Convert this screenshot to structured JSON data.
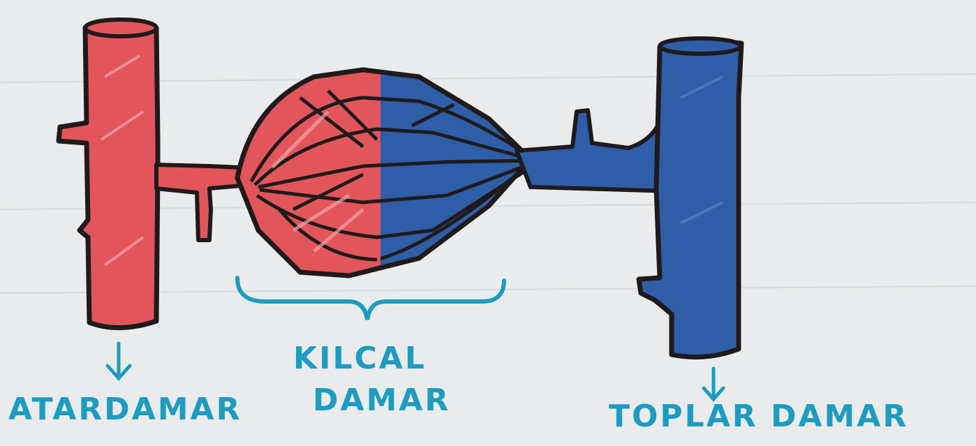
{
  "labels": {
    "artery": "ATARDAMAR",
    "capillary_line1": "KILCAL",
    "capillary_line2": "DAMAR",
    "vein": "TOPLAR DAMAR"
  },
  "colors": {
    "artery": "#e2555a",
    "vein": "#2f5ea8",
    "outline": "#1f1a1c",
    "label": "#1d9cc0",
    "paper": "#e9ebec"
  },
  "icons": [
    "down-arrow-icon",
    "brace-icon"
  ]
}
